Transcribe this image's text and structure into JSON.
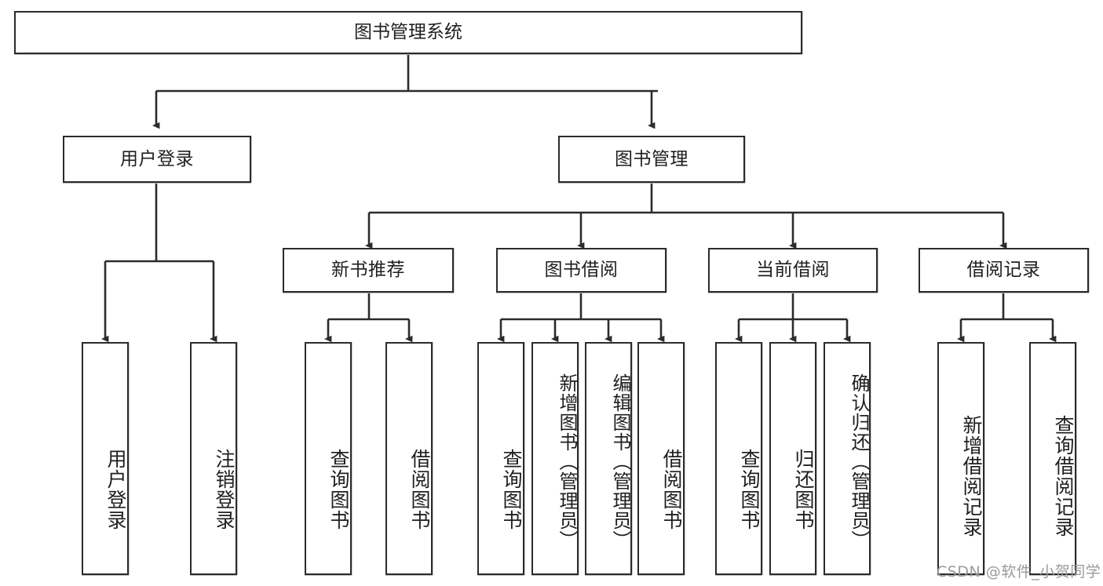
{
  "diagram": {
    "title": "图书管理系统",
    "type": "tree-hierarchy-chart",
    "line_color": "#2b2b2b",
    "box_fill": "#ffffff",
    "text_color": "#1f1f1f"
  },
  "nodes": {
    "root": {
      "label": "图书管理系统"
    },
    "level2": [
      {
        "id": "user-login",
        "label": "用户登录"
      },
      {
        "id": "book-manage",
        "label": "图书管理"
      }
    ],
    "level3": [
      {
        "id": "new-book-recommend",
        "label": "新书推荐"
      },
      {
        "id": "book-borrow",
        "label": "图书借阅"
      },
      {
        "id": "current-borrow",
        "label": "当前借阅"
      },
      {
        "id": "borrow-record",
        "label": "借阅记录"
      }
    ],
    "leaves": {
      "user_login": [
        {
          "id": "leaf-user-login",
          "label": "用户登录"
        },
        {
          "id": "leaf-logout-login",
          "label": "注销登录"
        }
      ],
      "new_book_recommend": [
        {
          "id": "leaf-query-book-1",
          "label": "查询图书"
        },
        {
          "id": "leaf-borrow-book-1",
          "label": "借阅图书"
        }
      ],
      "book_borrow": [
        {
          "id": "leaf-query-book-2",
          "label": "查询图书"
        },
        {
          "id": "leaf-add-book",
          "label": "新增图书（管理员）"
        },
        {
          "id": "leaf-edit-book",
          "label": "编辑图书（管理员）"
        },
        {
          "id": "leaf-borrow-book-2",
          "label": "借阅图书"
        }
      ],
      "current_borrow": [
        {
          "id": "leaf-query-book-3",
          "label": "查询图书"
        },
        {
          "id": "leaf-return-book",
          "label": "归还图书"
        },
        {
          "id": "leaf-confirm-return",
          "label": "确认归还（管理员）"
        }
      ],
      "borrow_record": [
        {
          "id": "leaf-add-borrow-record",
          "label": "新增借阅记录"
        },
        {
          "id": "leaf-query-borrow-record",
          "label": "查询借阅记录"
        }
      ]
    }
  },
  "watermark": {
    "text": "CSDN @软件_小贺同学",
    "color": "#9a9a9a"
  }
}
